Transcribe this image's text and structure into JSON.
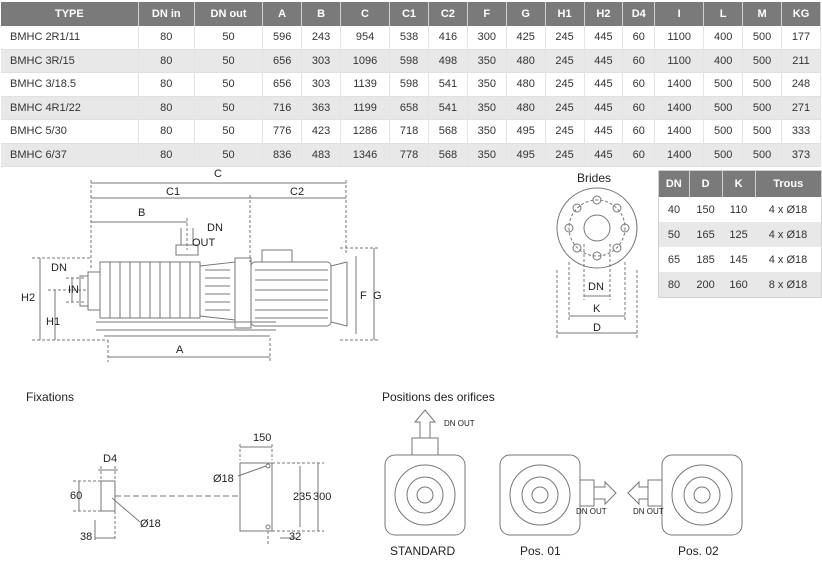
{
  "main_table": {
    "headers": [
      "TYPE",
      "DN in",
      "DN out",
      "A",
      "B",
      "C",
      "C1",
      "C2",
      "F",
      "G",
      "H1",
      "H2",
      "D4",
      "I",
      "L",
      "M",
      "KG"
    ],
    "rows": [
      [
        "BMHC 2R1/11",
        "80",
        "50",
        "596",
        "243",
        "954",
        "538",
        "416",
        "300",
        "425",
        "245",
        "445",
        "60",
        "1100",
        "400",
        "500",
        "177"
      ],
      [
        "BMHC 3R/15",
        "80",
        "50",
        "656",
        "303",
        "1096",
        "598",
        "498",
        "350",
        "480",
        "245",
        "445",
        "60",
        "1100",
        "400",
        "500",
        "211"
      ],
      [
        "BMHC 3/18.5",
        "80",
        "50",
        "656",
        "303",
        "1139",
        "598",
        "541",
        "350",
        "480",
        "245",
        "445",
        "60",
        "1400",
        "500",
        "500",
        "248"
      ],
      [
        "BMHC 4R1/22",
        "80",
        "50",
        "716",
        "363",
        "1199",
        "658",
        "541",
        "350",
        "480",
        "245",
        "445",
        "60",
        "1400",
        "500",
        "500",
        "271"
      ],
      [
        "BMHC 5/30",
        "80",
        "50",
        "776",
        "423",
        "1286",
        "718",
        "568",
        "350",
        "495",
        "245",
        "445",
        "60",
        "1400",
        "500",
        "500",
        "333"
      ],
      [
        "BMHC 6/37",
        "80",
        "50",
        "836",
        "483",
        "1346",
        "778",
        "568",
        "350",
        "495",
        "245",
        "445",
        "60",
        "1400",
        "500",
        "500",
        "373"
      ]
    ]
  },
  "flange_table": {
    "headers": [
      "DN",
      "D",
      "K",
      "Trous"
    ],
    "rows": [
      [
        "40",
        "150",
        "110",
        "4 x Ø18"
      ],
      [
        "50",
        "165",
        "125",
        "4 x Ø18"
      ],
      [
        "65",
        "185",
        "145",
        "4 x Ø18"
      ],
      [
        "80",
        "200",
        "160",
        "8 x Ø18"
      ]
    ]
  },
  "pump_drawing": {
    "c": "C",
    "c1": "C1",
    "c2": "C2",
    "b": "B",
    "dn_top": "DN",
    "out": "OUT",
    "dn_left": "DN",
    "in": "IN",
    "h2": "H2",
    "h1": "H1",
    "a": "A",
    "f": "F",
    "g": "G"
  },
  "brides": {
    "title": "Brides",
    "dn": "DN",
    "k": "K",
    "d": "D"
  },
  "fixations": {
    "title": "Fixations",
    "d4": "D4",
    "v60": "60",
    "v38": "38",
    "hole": "Ø18",
    "v150": "150",
    "hole2": "Ø18",
    "v235": "235",
    "v300": "300",
    "v32": "32"
  },
  "positions": {
    "title": "Positions des orifices",
    "dn_out": "DN OUT",
    "standard": "STANDARD",
    "pos01": "Pos. 01",
    "pos02": "Pos. 02"
  }
}
